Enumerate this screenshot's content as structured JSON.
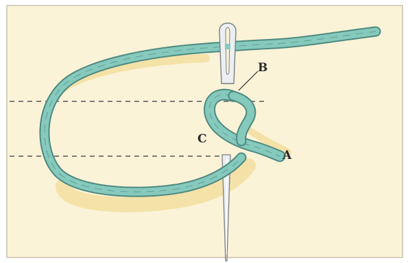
{
  "diagram": {
    "labels": {
      "a": "A",
      "b": "B",
      "c": "C"
    },
    "colors": {
      "fabric": "#fbf3d8",
      "fabric_border": "#c9c2ad",
      "shadow": "#f3dea0",
      "thread_fill": "#86c9bd",
      "thread_outline": "#4e8a80",
      "thread_twist": "#5e9e93",
      "needle_fill": "#eceff1",
      "needle_outline": "#7b7f82",
      "guide_line": "#555555"
    }
  }
}
